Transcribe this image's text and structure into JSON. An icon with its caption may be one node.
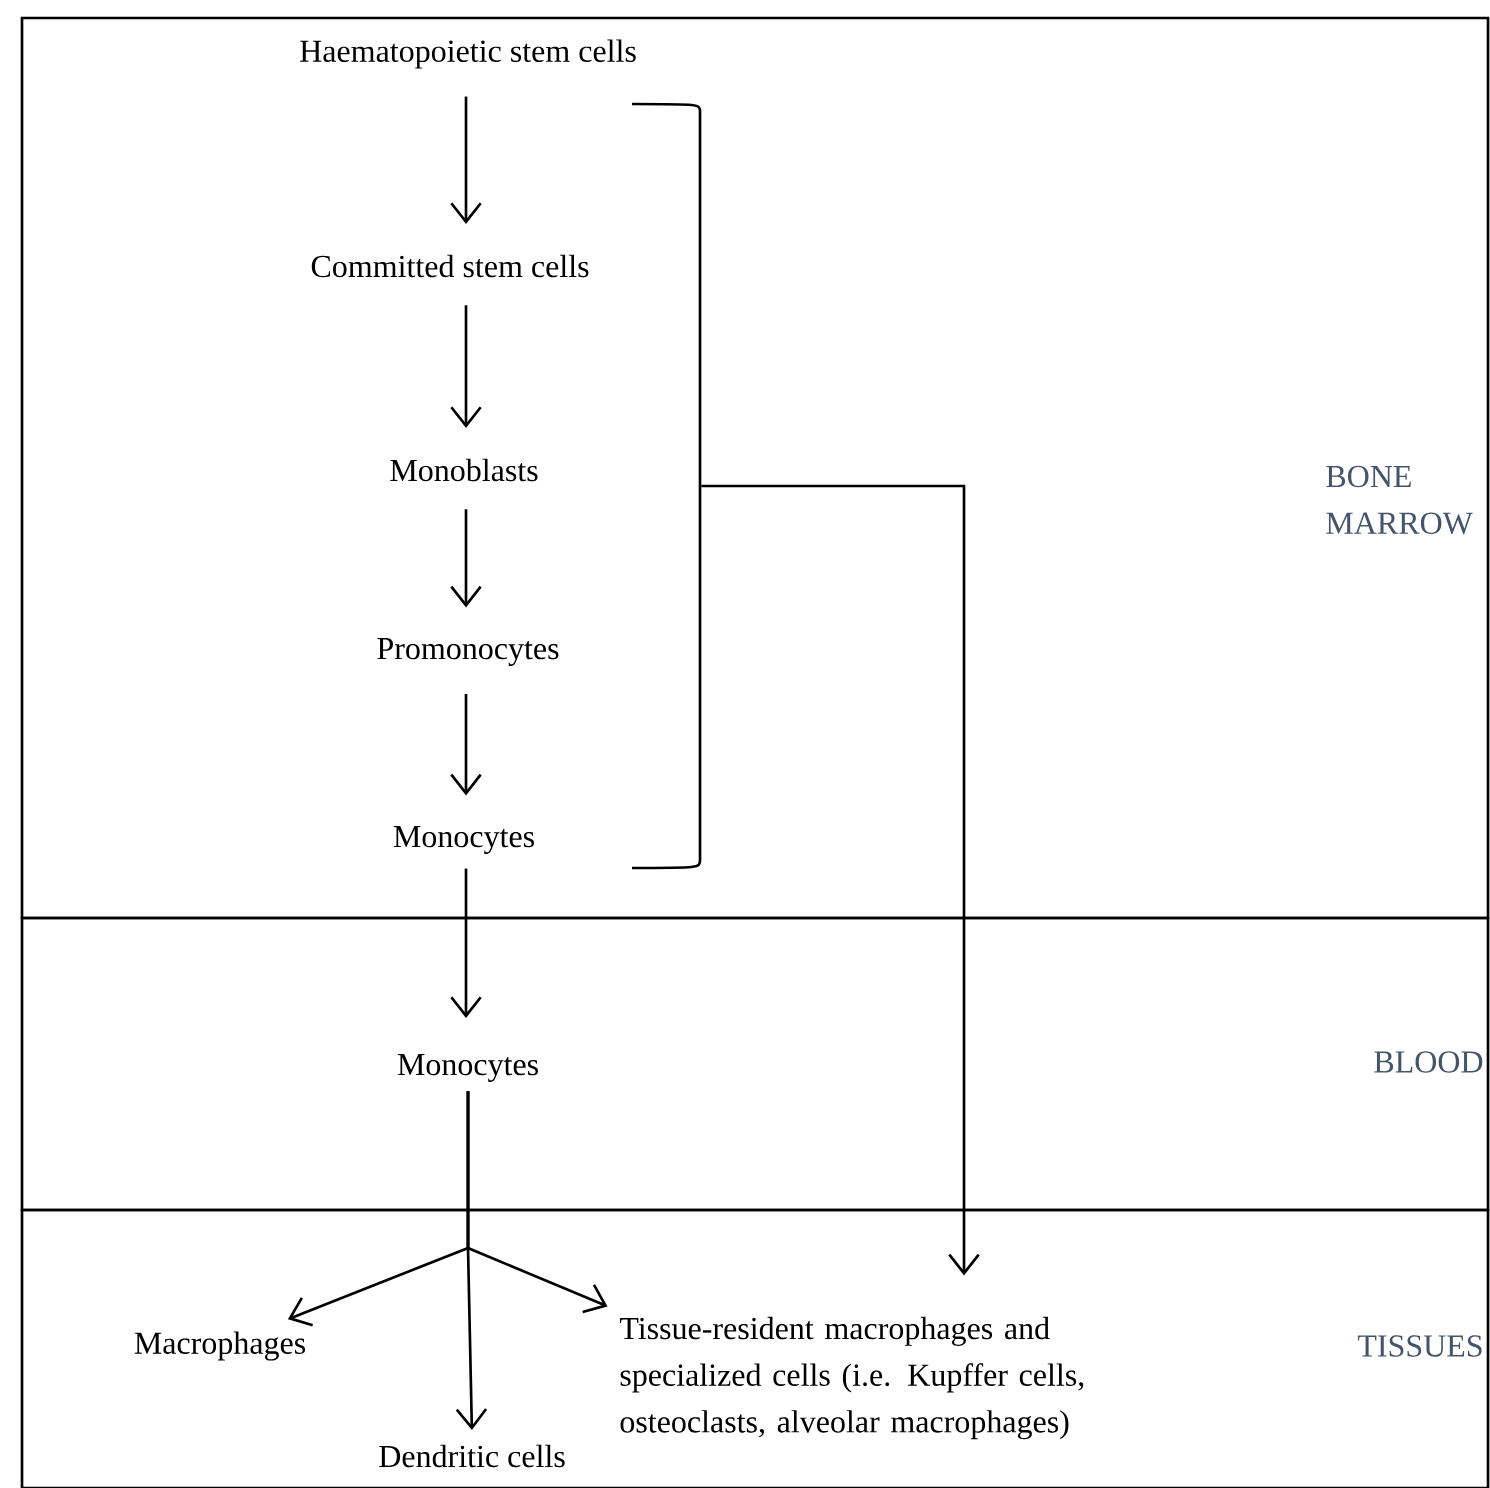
{
  "diagram": {
    "nodes": [
      {
        "text": [
          "BONE MARROW"
        ]
      },
      {
        "text": [
          "Haematopoietic stem cells"
        ],
        "in": 0
      },
      {
        "text": [
          "Committed stem cells"
        ],
        "in": 0
      },
      {
        "text": [
          "Monoblasts"
        ],
        "in": 0
      },
      {
        "text": [
          "Promonocytes"
        ],
        "in": 0
      },
      {
        "text": [
          "Monocytes"
        ],
        "in": 0
      },
      {
        "text": [],
        "shape": "bracket",
        "in": 0
      },
      {
        "text": [
          "BLOOD"
        ]
      },
      {
        "text": [
          "Monocytes"
        ],
        "in": 7
      },
      {
        "text": [
          "TISSUES"
        ]
      },
      {
        "text": [
          "Macrophages"
        ],
        "in": 9
      },
      {
        "text": [
          "Dendritic cells"
        ],
        "in": 9
      },
      {
        "text": [
          "Tissue-resident macrophages and specialized cells (i.e. Kupffer cells, osteoclasts, alveolar macrophages)"
        ],
        "in": 9
      }
    ],
    "edges": [
      {
        "from": 1,
        "to": 2,
        "arrow": "to"
      },
      {
        "from": 2,
        "to": 3,
        "arrow": "to"
      },
      {
        "from": 3,
        "to": 4,
        "arrow": "to"
      },
      {
        "from": 4,
        "to": 5,
        "arrow": "to"
      },
      {
        "from": 5,
        "to": 8,
        "arrow": "to"
      },
      {
        "from": 8,
        "to": 10,
        "arrow": "to"
      },
      {
        "from": 8,
        "to": 11,
        "arrow": "to"
      },
      {
        "from": 8,
        "to": 12,
        "arrow": "to"
      },
      {
        "from": 6,
        "to": 12,
        "arrow": "to"
      }
    ]
  }
}
